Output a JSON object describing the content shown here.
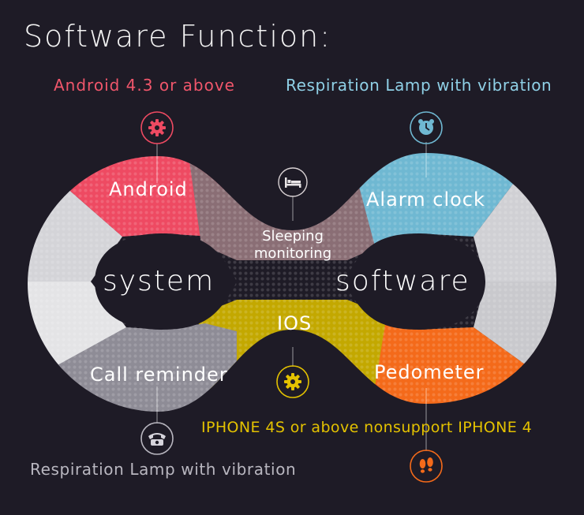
{
  "title": "Software Function:",
  "captions": {
    "android_req": "Android 4.3 or above",
    "resp_top": "Respiration Lamp with vibration",
    "iphone_req": "IPHONE 4S or above nonsupport IPHONE 4",
    "resp_bottom": "Respiration Lamp with vibration"
  },
  "segments": {
    "android": "Android",
    "alarm": "Alarm clock",
    "sleep_line1": "Sleeping",
    "sleep_line2": "monitoring",
    "ios": "IOS",
    "call": "Call reminder",
    "pedometer": "Pedometer"
  },
  "centers": {
    "left": "system",
    "right": "software"
  },
  "icons": [
    "gear-icon",
    "alarm-clock-icon",
    "bed-icon",
    "gear-icon",
    "telephone-icon",
    "footprints-icon"
  ],
  "colors": {
    "android": "#ee4a62",
    "alarm": "#6fb8d2",
    "sleep": "#8a6e75",
    "ios": "#c3a800",
    "pedometer": "#f46a1a",
    "call": "#8e8c96",
    "background": "#1e1b26"
  }
}
